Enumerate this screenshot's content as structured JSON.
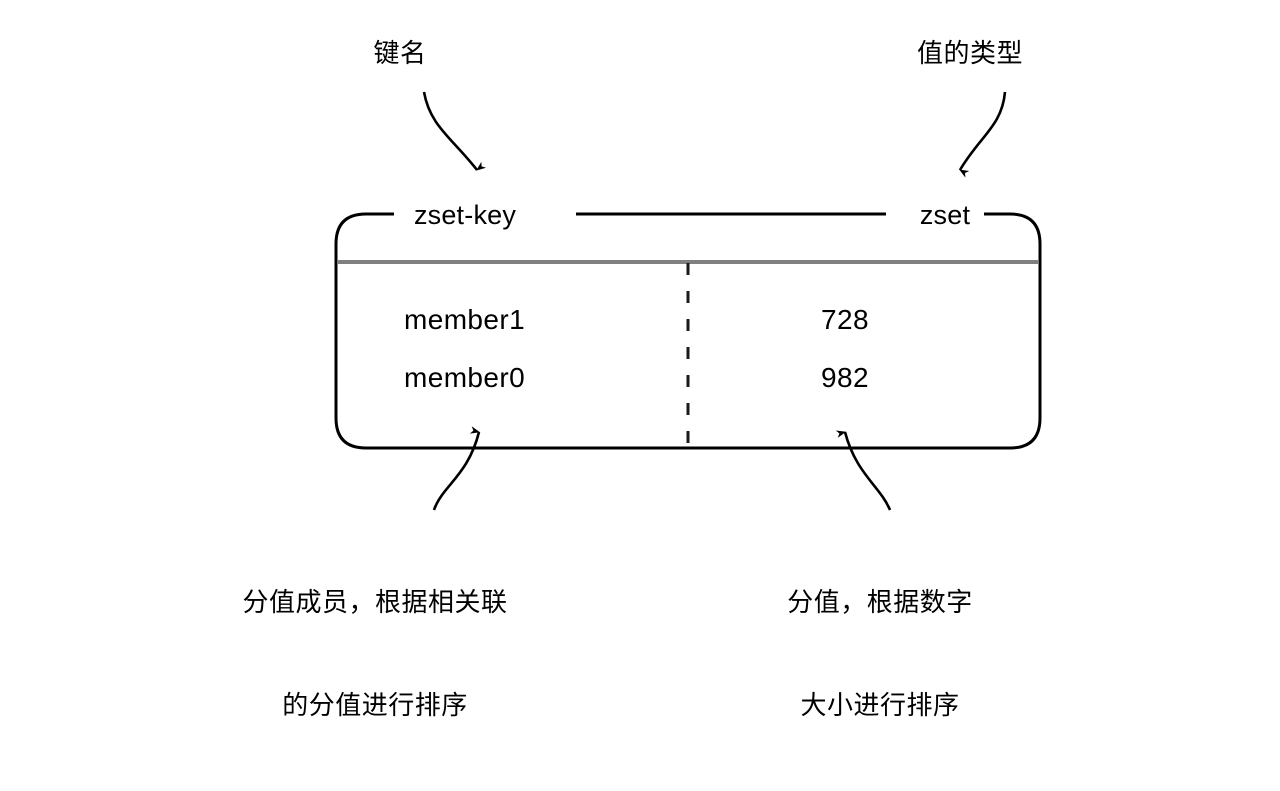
{
  "diagram": {
    "type": "redis-zset-structure",
    "annotations": {
      "key_name": "键名",
      "value_type": "值的类型",
      "member_caption_line1": "分值成员，根据相关联",
      "member_caption_line2": "的分值进行排序",
      "score_caption_line1": "分值，根据数字",
      "score_caption_line2": "大小进行排序"
    },
    "box": {
      "key_label": "zset-key",
      "type_label": "zset"
    },
    "table": {
      "rows": [
        {
          "member": "member1",
          "score": "728"
        },
        {
          "member": "member0",
          "score": "982"
        }
      ]
    },
    "colors": {
      "stroke": "#000000",
      "header_rule": "#808080",
      "background": "#ffffff"
    }
  }
}
